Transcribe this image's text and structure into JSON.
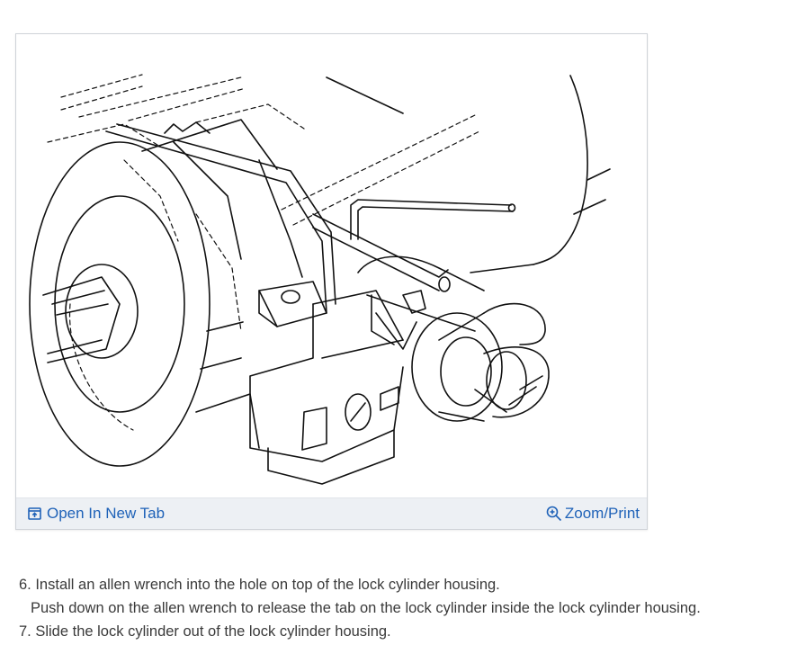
{
  "figure": {
    "open_tab_label": "Open In New Tab",
    "open_tab_icon": "open-new-tab-icon",
    "zoom_label": "Zoom/Print",
    "zoom_icon": "zoom-in-icon",
    "link_color": "#1f62b8",
    "bar_color": "#edf0f4"
  },
  "instructions": {
    "step6": "6. Install an allen wrench into the hole on top of the lock cylinder housing.",
    "step6_detail": "Push down on the allen wrench to release the tab on the lock cylinder inside the lock cylinder housing.",
    "step7": "7. Slide the lock cylinder out of the lock cylinder housing."
  }
}
